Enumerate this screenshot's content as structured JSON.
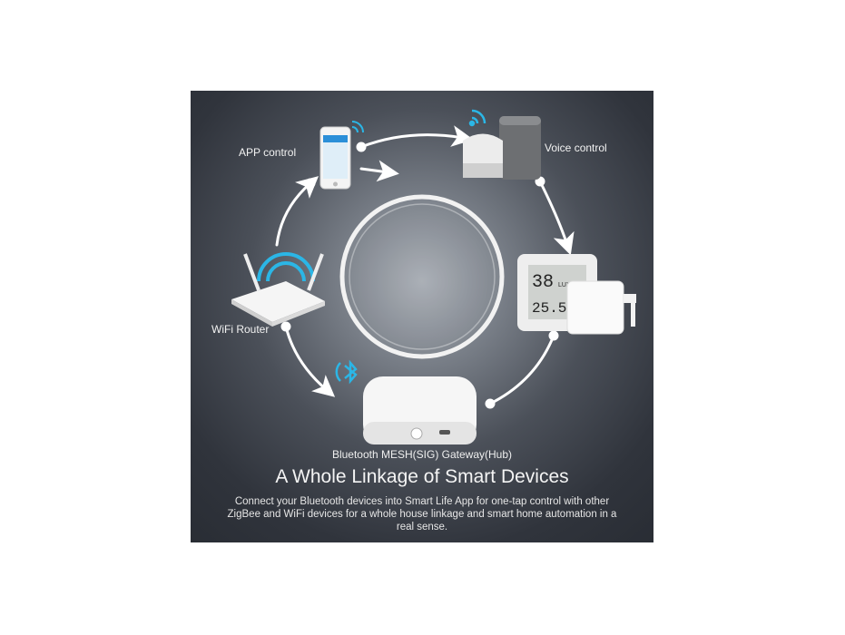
{
  "labels": {
    "app": "APP control",
    "voice": "Voice control",
    "router": "WiFi Router",
    "hub": "Bluetooth MESH(SIG) Gateway(Hub)"
  },
  "sensor_display": {
    "top": "38",
    "unit": "LUX",
    "bottom": "25.5"
  },
  "title": "A Whole Linkage of Smart Devices",
  "description": "Connect your Bluetooth devices into Smart Life App for one-tap control with other ZigBee and WiFi devices for a whole house linkage and smart home automation in a real sense.",
  "colors": {
    "accent": "#2bb6e6",
    "background": "#30343c",
    "glow": "#a7acb3"
  }
}
